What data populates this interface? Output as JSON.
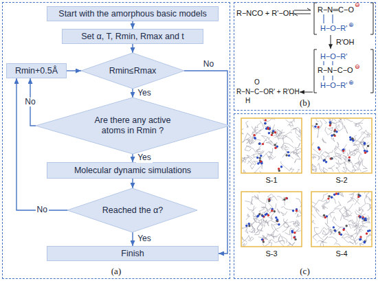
{
  "diagram": {
    "nodes": [
      {
        "text": [
          "(a)"
        ]
      },
      {
        "text": [
          "Start with the amorphous basic models"
        ],
        "in": 0
      },
      {
        "text": [
          "Set α, T, Rmin, Rmax and t"
        ],
        "in": 0
      },
      {
        "text": [
          "Rmin≤Rmax"
        ],
        "in": 0
      },
      {
        "text": [
          "Rmin+0.5Å"
        ],
        "in": 0
      },
      {
        "text": [
          "Are there any active atoms in Rmin ?"
        ],
        "in": 0
      },
      {
        "text": [
          "Molecular dynamic simulations"
        ],
        "in": 0
      },
      {
        "text": [
          "Reached the α?"
        ],
        "in": 0
      },
      {
        "text": [
          "Finish"
        ],
        "in": 0
      },
      {
        "text": [
          "(b)"
        ]
      },
      {
        "text": [
          "(c)"
        ]
      }
    ],
    "edges": [
      {
        "from": 1,
        "to": 2,
        "arrow": "to"
      },
      {
        "from": 2,
        "to": 3,
        "arrow": "to"
      },
      {
        "from": 3,
        "to": 5,
        "label": "Yes",
        "arrow": "to"
      },
      {
        "from": 3,
        "to": 8,
        "label": "No",
        "arrow": "to"
      },
      {
        "from": 4,
        "to": 3,
        "arrow": "to"
      },
      {
        "from": 5,
        "to": 6,
        "label": "Yes",
        "arrow": "to"
      },
      {
        "from": 5,
        "to": 4,
        "label": "No",
        "arrow": "to"
      },
      {
        "from": 6,
        "to": 7,
        "arrow": "to"
      },
      {
        "from": 7,
        "to": 8,
        "label": "Yes",
        "arrow": "to"
      },
      {
        "from": 7,
        "to": 4,
        "label": "No",
        "arrow": "to"
      }
    ],
    "labels": [
      "R−NCO + R'−OH",
      "⊖",
      "R−N═C−O",
      "⊕",
      "H−O−R'",
      "R'OH",
      "H−O−R'",
      "⊖",
      "R−N−C−O",
      "⊕",
      "H−O−R'",
      "O",
      "R−N−C−OR' + R'OH",
      "H",
      "S-1",
      "S-2",
      "S-3",
      "S-4"
    ]
  }
}
